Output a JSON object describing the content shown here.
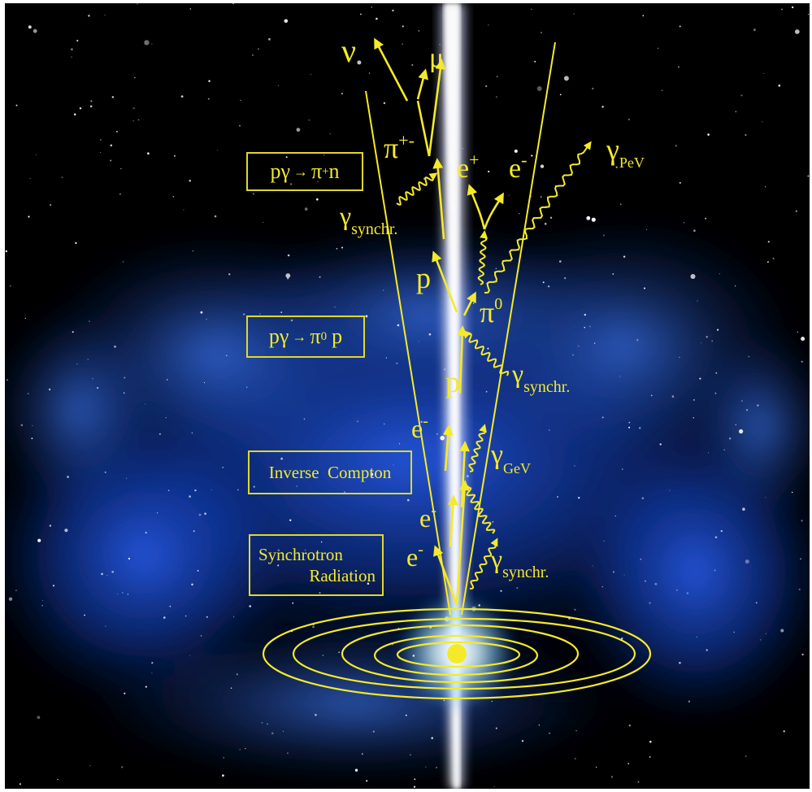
{
  "colors": {
    "accent": "#f5ea2a",
    "nebula": "#1a4fd6",
    "jet": "#e8eaff",
    "space": "#000000"
  },
  "process_boxes": {
    "pgamma_pion_charged": {
      "base": "pγ",
      "arrow": "→",
      "result": "π",
      "sup": "+",
      "tail": "n"
    },
    "pgamma_pion_neutral": {
      "base": "pγ",
      "arrow": "→",
      "result": "π",
      "sup": "0",
      "tail": "p"
    },
    "inverse_compton": "Inverse  Compton",
    "synchrotron": {
      "line1": "Synchrotron",
      "line2": "Radiation"
    }
  },
  "particles": {
    "neutrino": "ν",
    "muon": "μ",
    "pion_charged": {
      "base": "π",
      "sup": "+-"
    },
    "positron": {
      "base": "e",
      "sup": "+"
    },
    "electron_top": {
      "base": "e",
      "sup": "-"
    },
    "gamma_pev": {
      "base": "γ",
      "sub": "PeV"
    },
    "gamma_synchr_left": {
      "base": "γ",
      "sub": "synchr."
    },
    "proton_upper": "p",
    "pion_neutral": {
      "base": "π",
      "sup": "0"
    },
    "gamma_synchr_right": {
      "base": "γ",
      "sub": "synchr."
    },
    "proton_lower": "p",
    "electron_mid": {
      "base": "e",
      "sup": "-"
    },
    "gamma_gev": {
      "base": "γ",
      "sub": "GeV"
    },
    "electron_low": {
      "base": "e",
      "sup": "-"
    },
    "electron_bottom": {
      "base": "e",
      "sup": "-"
    },
    "gamma_synchr_bottom": {
      "base": "γ",
      "sub": "synchr."
    }
  }
}
